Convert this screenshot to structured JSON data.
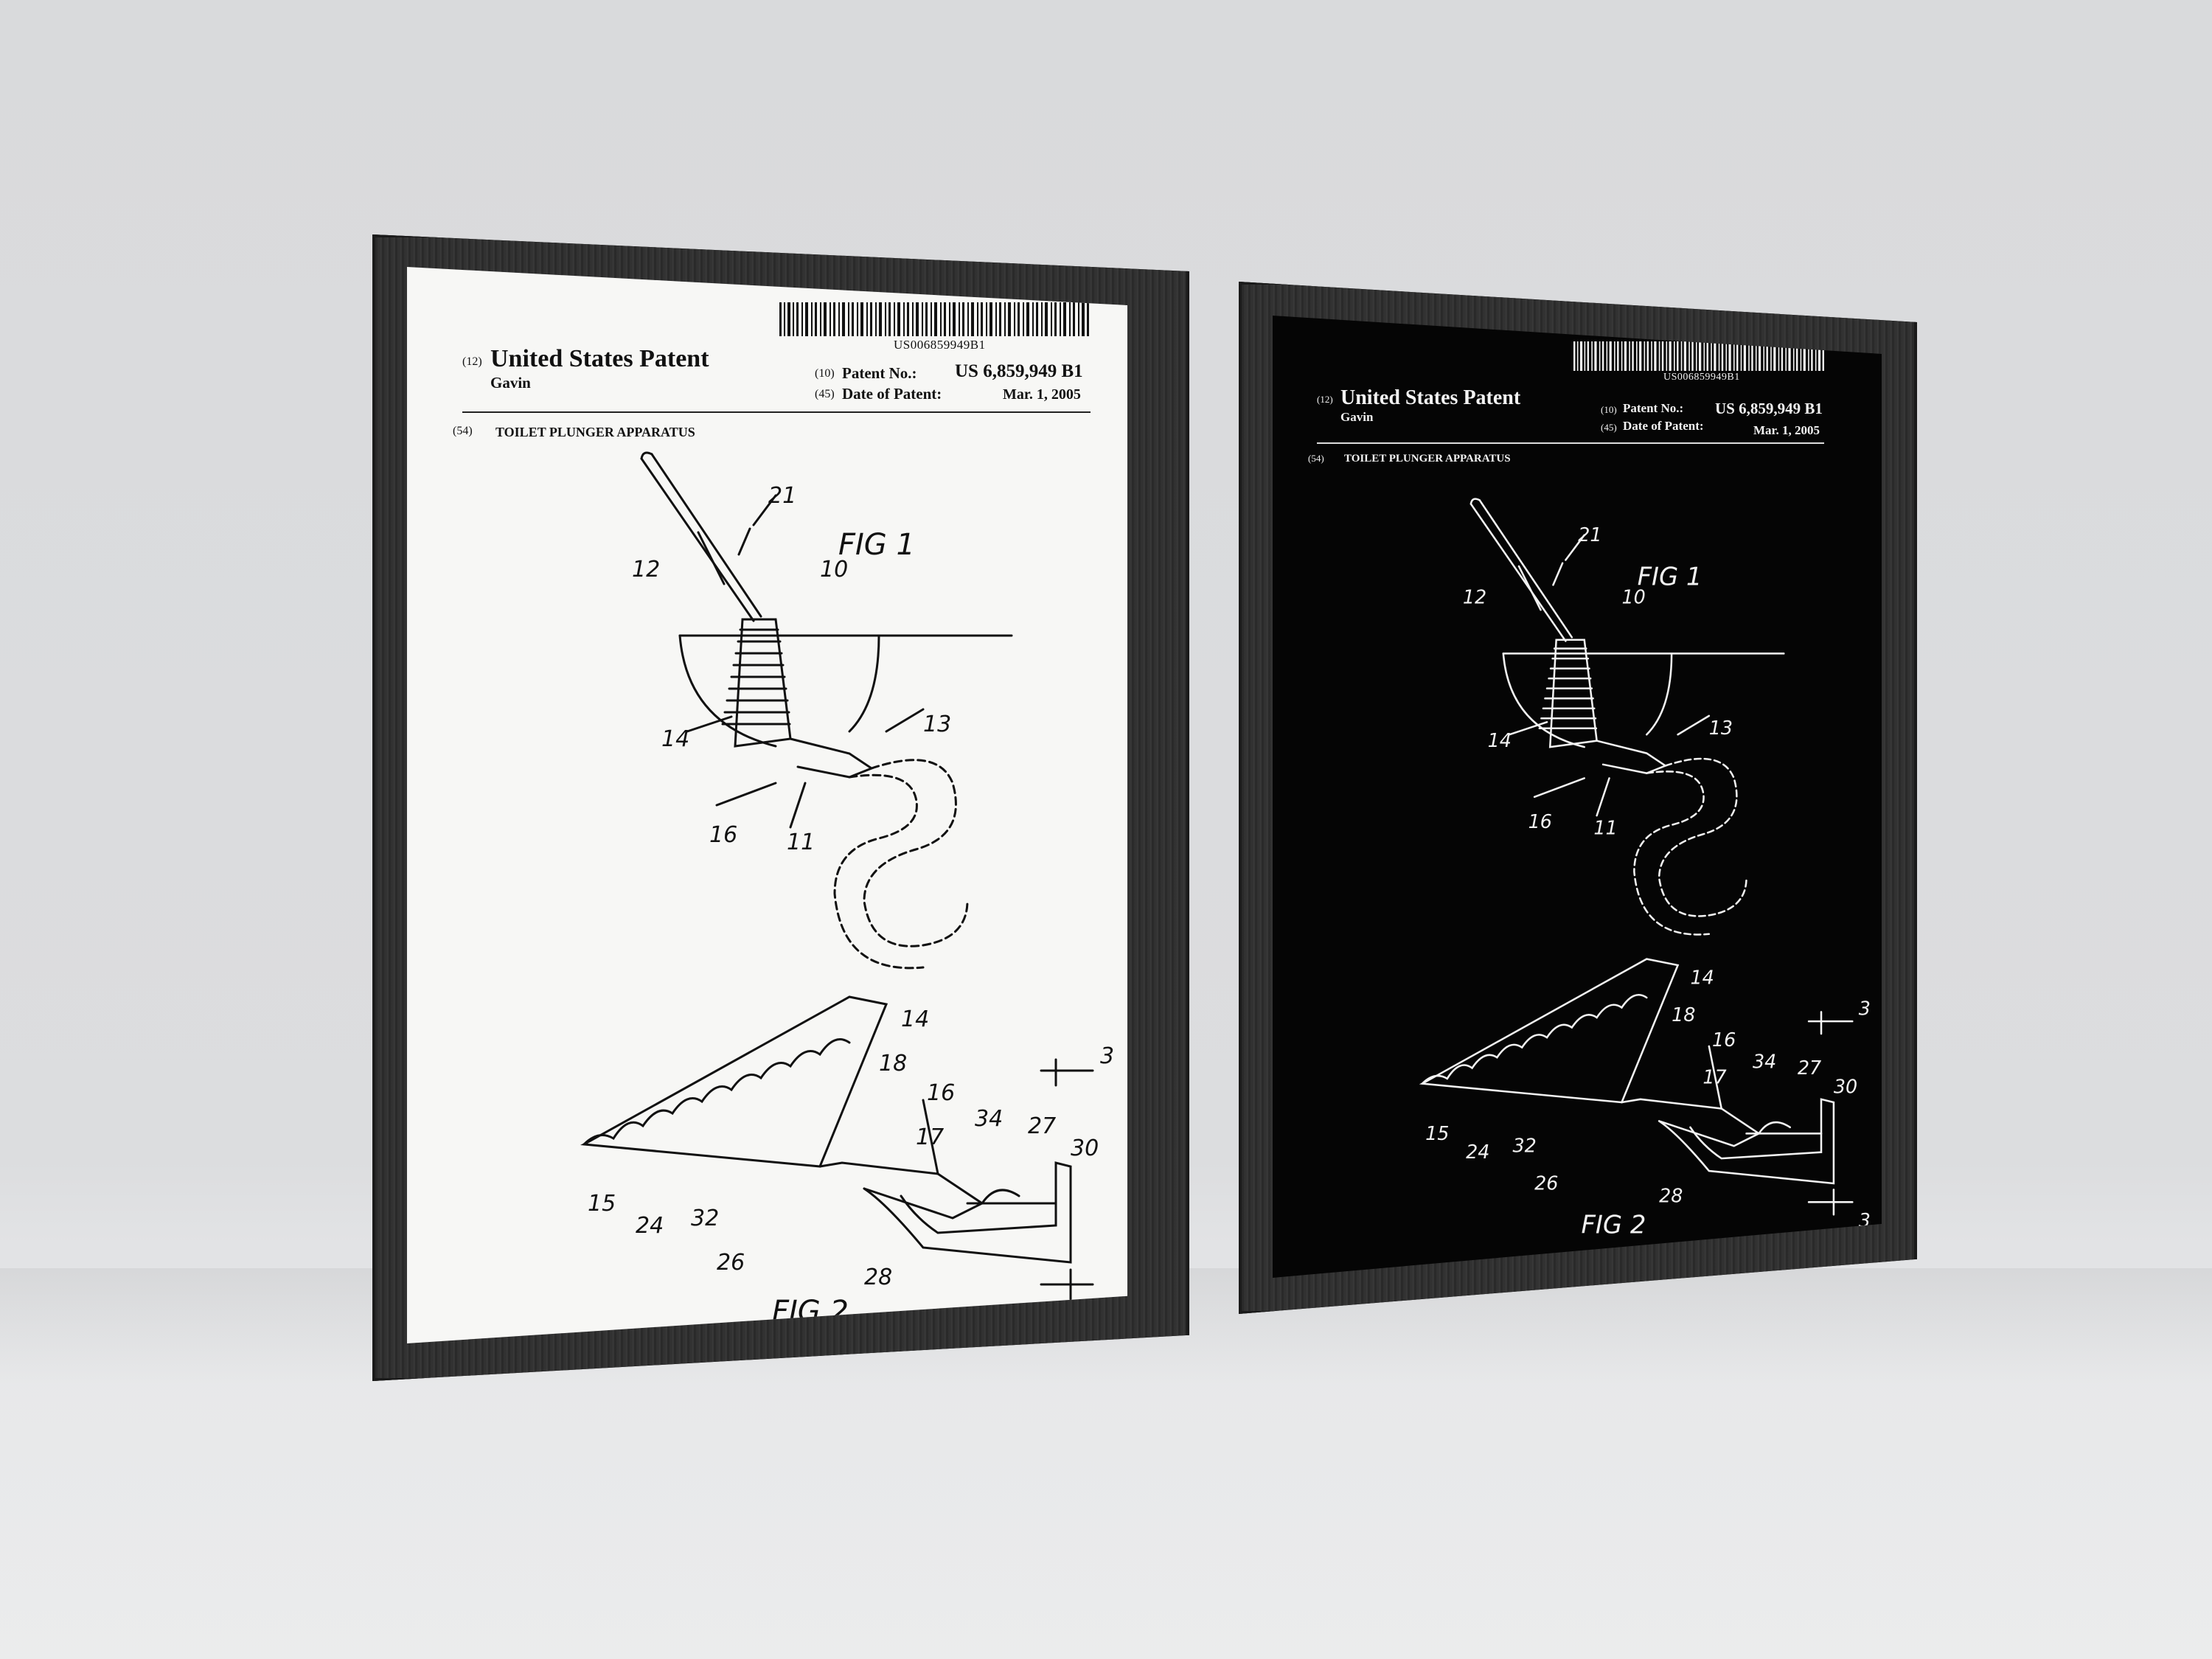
{
  "patent": {
    "barcode_number": "US006859949B1",
    "type_code": "(12)",
    "type": "United States Patent",
    "inventor": "Gavin",
    "number_code": "(10)",
    "number_label": "Patent No.:",
    "number_value": "US 6,859,949 B1",
    "date_code": "(45)",
    "date_label": "Date of Patent:",
    "date_value": "Mar. 1, 2005",
    "title_code": "(54)",
    "title": "TOILET PLUNGER APPARATUS"
  },
  "figures": {
    "fig1": "FIG 1",
    "fig2": "FIG 2",
    "labels": [
      "21",
      "12",
      "10",
      "13",
      "14",
      "16",
      "11",
      "14",
      "18",
      "16",
      "17",
      "34",
      "27",
      "30",
      "15",
      "24",
      "32",
      "26",
      "28",
      "3",
      "3"
    ]
  },
  "colors": {
    "frame": "#2c2c2c",
    "white_print": "#f7f7f5",
    "black_print": "#050505",
    "wall": "#d9dadc"
  }
}
